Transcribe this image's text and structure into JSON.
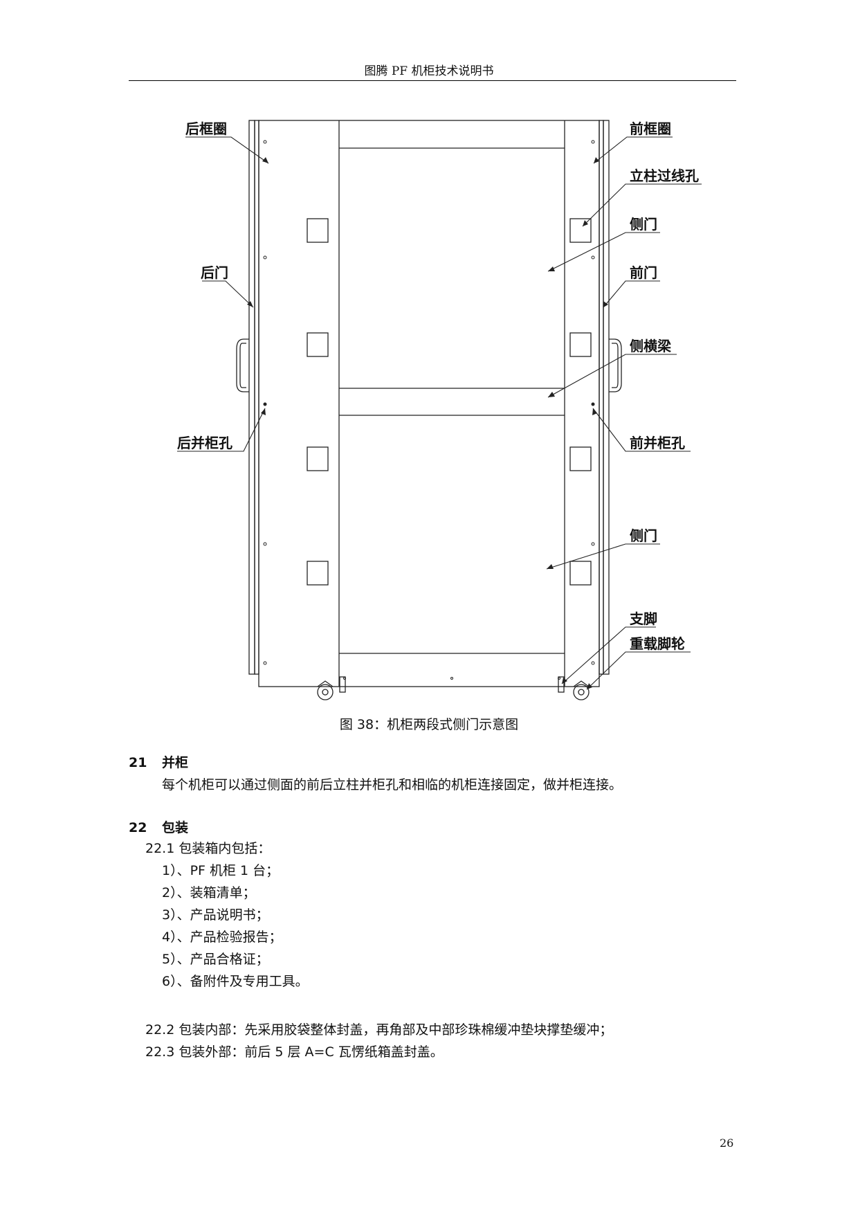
{
  "header": {
    "title": "图腾 PF 机柜技术说明书"
  },
  "figure": {
    "callouts": {
      "rear_frame": "后框圈",
      "front_frame": "前框圈",
      "post_cable_hole": "立柱过线孔",
      "side_door_top": "侧门",
      "rear_door": "后门",
      "front_door": "前门",
      "side_beam": "侧横梁",
      "rear_join_hole": "后并柜孔",
      "front_join_hole": "前并柜孔",
      "side_door_bottom": "侧门",
      "foot": "支脚",
      "caster": "重载脚轮"
    },
    "caption": "图 38：机柜两段式侧门示意图"
  },
  "sections": [
    {
      "number": "21",
      "title": "并柜",
      "body": "每个机柜可以通过侧面的前后立柱并柜孔和相临的机柜连接固定，做并柜连接。"
    },
    {
      "number": "22",
      "title": "包装",
      "items": [
        "22.1 包装箱内包括：",
        "1）、PF 机柜 1 台；",
        "2）、装箱清单；",
        "3）、产品说明书；",
        "4）、产品检验报告；",
        "5）、产品合格证；",
        "6）、备附件及专用工具。",
        "22.2 包装内部：先采用胶袋整体封盖，再角部及中部珍珠棉缓冲垫块撑垫缓冲；",
        "22.3 包装外部：前后 5 层 A=C 瓦愣纸箱盖封盖。"
      ]
    }
  ],
  "page_number": "26"
}
